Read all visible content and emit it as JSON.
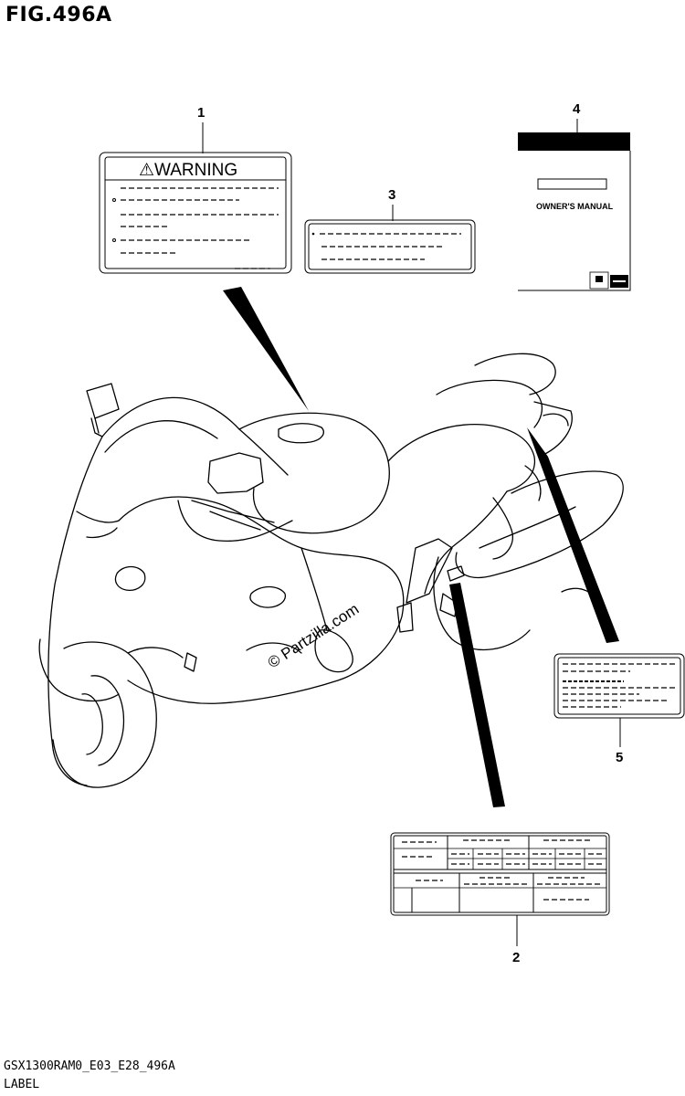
{
  "figure": {
    "title": "FIG.496A",
    "code": "GSX1300RAM0_E03_E28_496A",
    "label": "LABEL",
    "watermark": "© Partzilla.com"
  },
  "callouts": [
    "1",
    "2",
    "3",
    "4",
    "5"
  ],
  "warning_label": {
    "text": "⚠WARNING"
  },
  "manual": {
    "text": "OWNER'S MANUAL"
  }
}
